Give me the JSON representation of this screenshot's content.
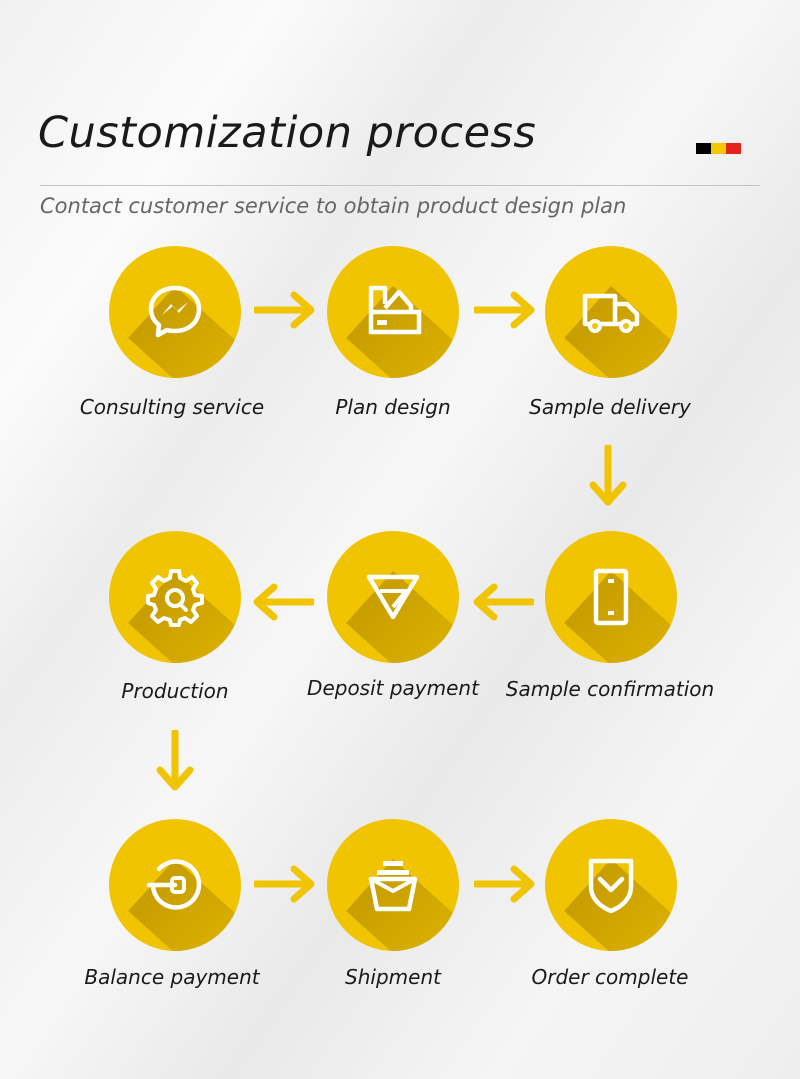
{
  "header": {
    "title": "Customization process",
    "subtitle": "Contact customer service to obtain product design plan"
  },
  "flag_colors": [
    "#000000",
    "#f5c800",
    "#e3241b"
  ],
  "accent_color": "#f0c400",
  "steps": [
    {
      "label": "Consulting service",
      "icon": "messenger-chat-icon"
    },
    {
      "label": "Plan design",
      "icon": "design-tools-icon"
    },
    {
      "label": "Sample delivery",
      "icon": "delivery-truck-icon"
    },
    {
      "label": "Sample confirmation",
      "icon": "smartphone-icon"
    },
    {
      "label": "Deposit payment",
      "icon": "diamond-icon"
    },
    {
      "label": "Production",
      "icon": "gear-icon"
    },
    {
      "label": "Balance payment",
      "icon": "coin-payment-icon"
    },
    {
      "label": "Shipment",
      "icon": "stacked-package-icon"
    },
    {
      "label": "Order complete",
      "icon": "shield-check-icon"
    }
  ]
}
